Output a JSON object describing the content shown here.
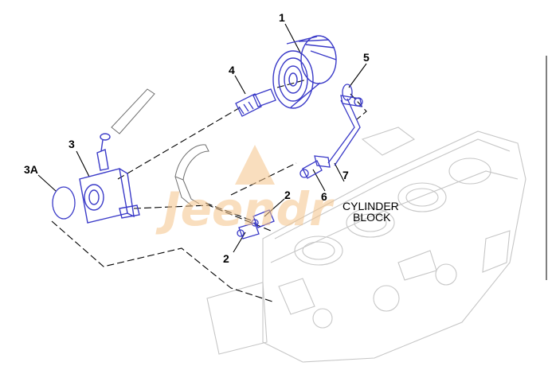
{
  "callouts": {
    "c1": "1",
    "c2a": "2",
    "c2b": "2",
    "c3": "3",
    "c3a": "3A",
    "c4": "4",
    "c5": "5",
    "c6": "6",
    "c7": "7"
  },
  "block_label": {
    "line1": "CYLINDER",
    "line2": "BLOCK"
  },
  "watermark": {
    "text": "Jeendr"
  },
  "colors": {
    "part": "#3a3ac8",
    "block": "#c8c8c8",
    "leader": "#000000",
    "watermark": "#f5c48a"
  }
}
